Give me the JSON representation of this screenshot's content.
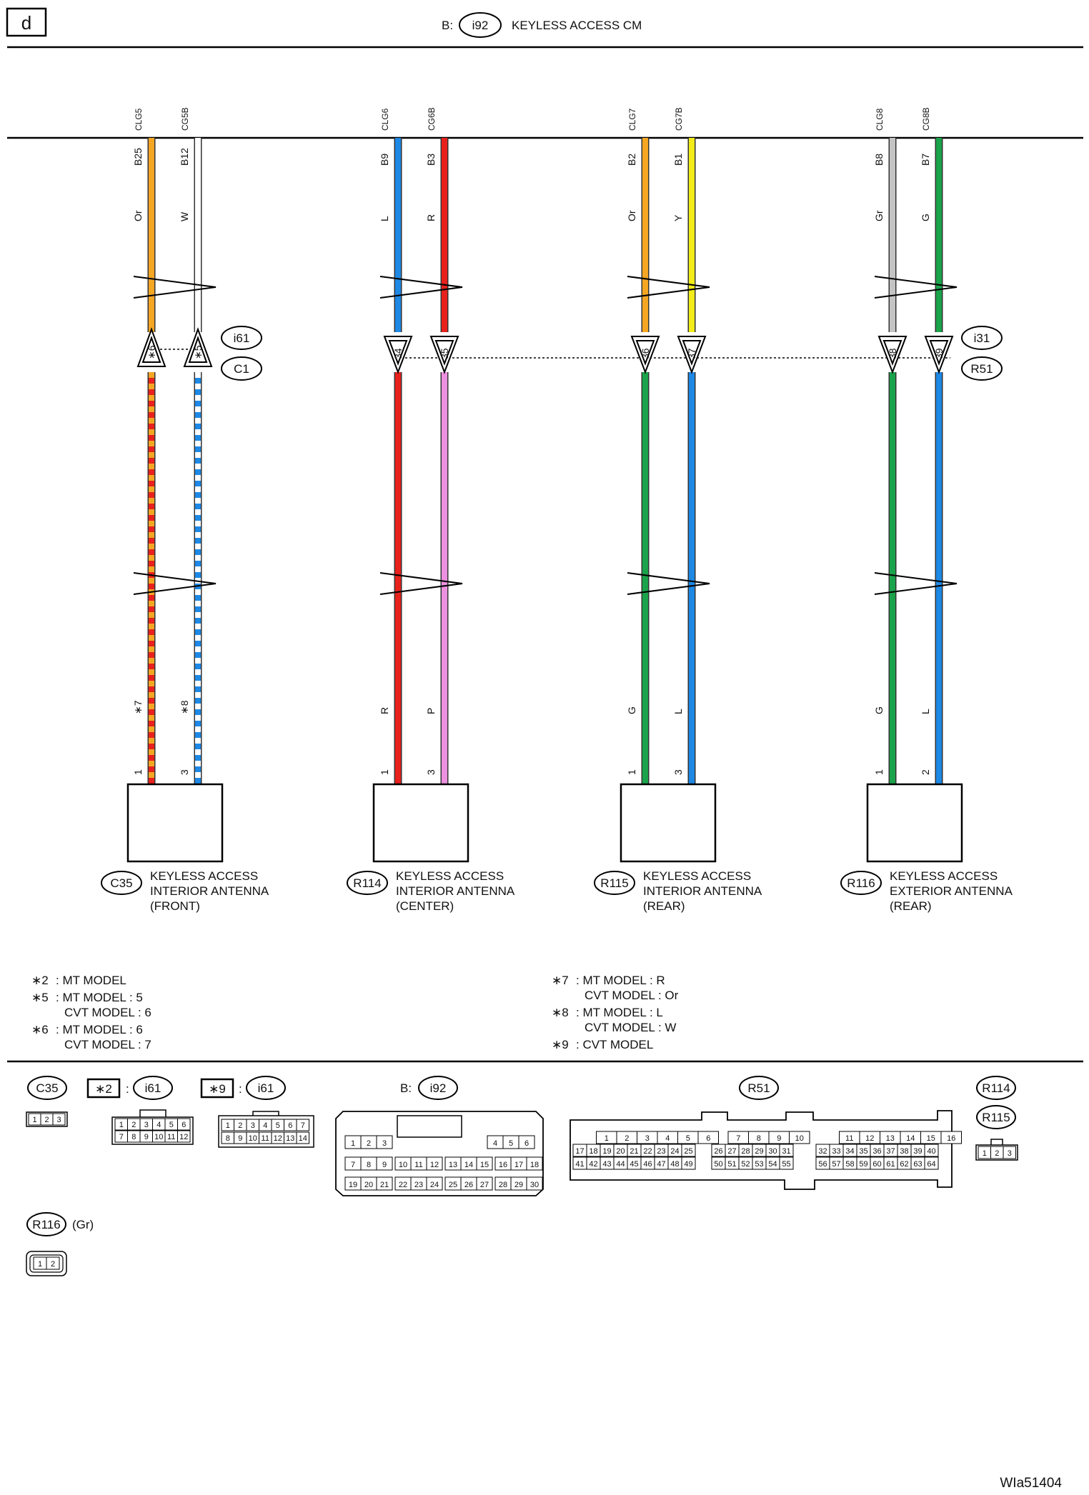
{
  "page_letter": "d",
  "top_connector": {
    "prefix": "B:",
    "id": "i92",
    "name": "KEYLESS ACCESS CM"
  },
  "wires": [
    {
      "signal": "CLG5",
      "pin": "B25",
      "color_top": "Or",
      "col": "#f5a623",
      "lower": {
        "colors": [
          "#e8211c",
          "#f5a623"
        ]
      },
      "lower_label": "∗7",
      "end_pin": "1",
      "mid_pin": "∗6",
      "mid_dir": "up"
    },
    {
      "signal": "CG5B",
      "pin": "B12",
      "color_top": "W",
      "col": "#ffffff",
      "lower": {
        "colors": [
          "#1e88e5",
          "#ffffff"
        ]
      },
      "lower_label": "∗8",
      "end_pin": "3",
      "mid_pin": "∗5",
      "mid_dir": "up"
    },
    {
      "signal": "CLG6",
      "pin": "B9",
      "color_top": "L",
      "col": "#1e88e5",
      "lower": {
        "colors": [
          "#e8211c"
        ]
      },
      "lower_label": "R",
      "end_pin": "1",
      "mid_pin": "34",
      "mid_dir": "down"
    },
    {
      "signal": "CG6B",
      "pin": "B3",
      "color_top": "R",
      "col": "#e8211c",
      "lower": {
        "colors": [
          "#ee90e0"
        ]
      },
      "lower_label": "P",
      "end_pin": "3",
      "mid_pin": "35",
      "mid_dir": "down"
    },
    {
      "signal": "CLG7",
      "pin": "B2",
      "color_top": "Or",
      "col": "#f5a623",
      "lower": {
        "colors": [
          "#1aa34a"
        ]
      },
      "lower_label": "G",
      "end_pin": "1",
      "mid_pin": "36",
      "mid_dir": "down"
    },
    {
      "signal": "CG7B",
      "pin": "B1",
      "color_top": "Y",
      "col": "#f2ec1a",
      "lower": {
        "colors": [
          "#1e88e5"
        ]
      },
      "lower_label": "L",
      "end_pin": "3",
      "mid_pin": "37",
      "mid_dir": "down"
    },
    {
      "signal": "CLG8",
      "pin": "B8",
      "color_top": "Gr",
      "col": "#c4c4c4",
      "lower": {
        "colors": [
          "#1aa34a"
        ]
      },
      "lower_label": "G",
      "end_pin": "1",
      "mid_pin": "38",
      "mid_dir": "down"
    },
    {
      "signal": "CG8B",
      "pin": "B7",
      "color_top": "G",
      "col": "#1aa34a",
      "lower": {
        "colors": [
          "#1e88e5"
        ]
      },
      "lower_label": "L",
      "end_pin": "2",
      "mid_pin": "39",
      "mid_dir": "down"
    }
  ],
  "mid_connectors": [
    {
      "ids": [
        "i61",
        "C1"
      ]
    },
    {
      "ids": [
        "i31",
        "R51"
      ]
    }
  ],
  "components": [
    {
      "id": "C35",
      "lines": [
        "KEYLESS ACCESS",
        "INTERIOR ANTENNA",
        "(FRONT)"
      ]
    },
    {
      "id": "R114",
      "lines": [
        "KEYLESS ACCESS",
        "INTERIOR ANTENNA",
        "(CENTER)"
      ]
    },
    {
      "id": "R115",
      "lines": [
        "KEYLESS ACCESS",
        "INTERIOR ANTENNA",
        "(REAR)"
      ]
    },
    {
      "id": "R116",
      "lines": [
        "KEYLESS ACCESS",
        "EXTERIOR ANTENNA",
        "(REAR)"
      ]
    }
  ],
  "notes_left": [
    {
      "mark": "∗2",
      "lines": [
        ": MT MODEL"
      ]
    },
    {
      "mark": "∗5",
      "lines": [
        ": MT MODEL  : 5",
        "CVT MODEL  : 6"
      ]
    },
    {
      "mark": "∗6",
      "lines": [
        ": MT MODEL  : 6",
        "CVT MODEL  : 7"
      ]
    }
  ],
  "notes_right": [
    {
      "mark": "∗7",
      "lines": [
        ": MT MODEL  : R",
        "CVT MODEL  : Or"
      ]
    },
    {
      "mark": "∗8",
      "lines": [
        ": MT MODEL  : L",
        "CVT MODEL  : W"
      ]
    },
    {
      "mark": "∗9",
      "lines": [
        ": CVT MODEL"
      ]
    }
  ],
  "connector_views": {
    "c35": {
      "id": "C35",
      "pins": [
        "1",
        "2",
        "3"
      ]
    },
    "i61_mt": {
      "mark": "∗2",
      "sep": ":",
      "id": "i61",
      "rows": [
        [
          "1",
          "2",
          "3",
          "4",
          "5",
          "6"
        ],
        [
          "7",
          "8",
          "9",
          "10",
          "11",
          "12"
        ]
      ]
    },
    "i61_cvt": {
      "mark": "∗9",
      "sep": ":",
      "id": "i61",
      "rows": [
        [
          "1",
          "2",
          "3",
          "4",
          "5",
          "6",
          "7"
        ],
        [
          "8",
          "9",
          "10",
          "11",
          "12",
          "13",
          "14"
        ]
      ]
    },
    "i92": {
      "prefix": "B:",
      "id": "i92",
      "rows": [
        [
          "1",
          "2",
          "3",
          "",
          "",
          "",
          "",
          "4",
          "5",
          "6"
        ],
        [
          "7",
          "8",
          "9",
          "10",
          "11",
          "12",
          "13",
          "14",
          "15",
          "16",
          "17",
          "18"
        ],
        [
          "19",
          "20",
          "21",
          "22",
          "23",
          "24",
          "25",
          "26",
          "27",
          "28",
          "29",
          "30"
        ]
      ]
    },
    "r51": {
      "id": "R51",
      "g1": [
        [
          "1",
          "2",
          "3",
          "4",
          "5",
          "6"
        ],
        [
          "17",
          "18",
          "19",
          "20",
          "21",
          "22",
          "23",
          "24",
          "25"
        ],
        [
          "41",
          "42",
          "43",
          "44",
          "45",
          "46",
          "47",
          "48",
          "49"
        ]
      ],
      "g2": [
        [
          "7",
          "8",
          "9",
          "10"
        ],
        [
          "26",
          "27",
          "28",
          "29",
          "30",
          "31"
        ],
        [
          "50",
          "51",
          "52",
          "53",
          "54",
          "55"
        ]
      ],
      "g3": [
        [
          "11",
          "12",
          "13",
          "14",
          "15",
          "16"
        ],
        [
          "32",
          "33",
          "34",
          "35",
          "36",
          "37",
          "38",
          "39",
          "40"
        ],
        [
          "56",
          "57",
          "58",
          "59",
          "60",
          "61",
          "62",
          "63",
          "64"
        ]
      ]
    },
    "r114_r115": {
      "ids": [
        "R114",
        "R115"
      ],
      "pins": [
        "1",
        "2",
        "3"
      ]
    },
    "r116": {
      "id": "R116",
      "color": "(Gr)",
      "pins": [
        "1",
        "2"
      ]
    }
  },
  "footer_code": "WIa51404"
}
